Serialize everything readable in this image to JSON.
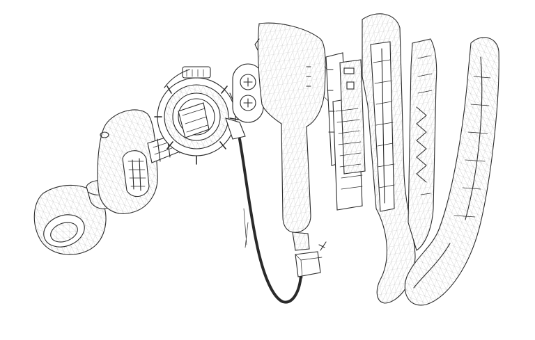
{
  "figure": {
    "description_type": "exploded-wireframe-line-drawing",
    "background_color": "#ffffff",
    "line_color": "#2a2a2a",
    "cable_color": "#6a6a6a"
  },
  "components": [
    "ear-tip",
    "ear-bud-housing",
    "speaker-driver",
    "front-shell",
    "microphone-cable",
    "cable-connector",
    "circuit-boards",
    "inner-frame",
    "back-plate",
    "ear-hook"
  ]
}
